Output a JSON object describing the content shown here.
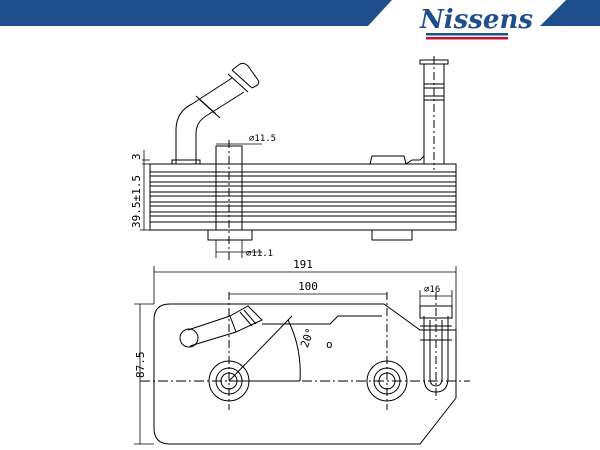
{
  "brand": {
    "name": "Nissens",
    "colors": {
      "blue": "#1e4f8c",
      "red": "#c8102e"
    }
  },
  "top_view": {
    "dims": {
      "tube_top": "3",
      "height": "39.5±1.5",
      "outlet_dia": "11.5",
      "inlet_dia": "11.1"
    }
  },
  "bottom_view": {
    "dims": {
      "overall_length": "191",
      "center_distance": "100",
      "tube_dia": "16",
      "overall_width": "87.5",
      "angle": "20°",
      "mark": "o"
    }
  }
}
